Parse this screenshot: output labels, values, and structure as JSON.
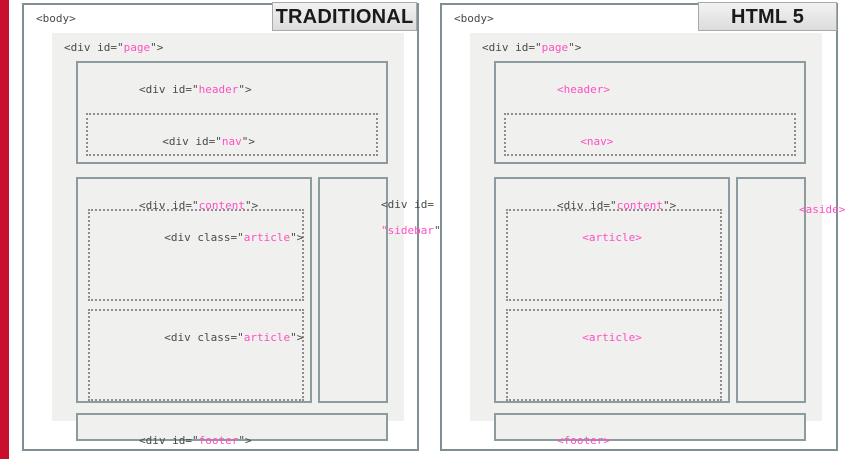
{
  "meta": {
    "accent_bar_color": "#c8102e",
    "panel_border_color": "#7f9094",
    "page_region_color": "#f0f0ee",
    "tag_color": "#4a4a4a",
    "attribute_color": "#ff4fc4"
  },
  "panels": [
    {
      "id": "traditional",
      "badge_label": "TRADITIONAL",
      "body_tag": "<body>",
      "page_tag_pre": "<div id=",
      "page_tag_quote_open": "\"",
      "page_tag_value": "page",
      "page_tag_post": "\">",
      "boxes": {
        "header": {
          "pre": "<div id=\"",
          "value": "header",
          "post": "\">"
        },
        "nav": {
          "pre": "<div id=\"",
          "value": "nav",
          "post": "\">"
        },
        "content": {
          "pre": "<div id=\"",
          "value": "content",
          "post": "\">"
        },
        "article1": {
          "pre": "<div class=\"",
          "value": "article",
          "post": "\">"
        },
        "article2": {
          "pre": "<div class=\"",
          "value": "article",
          "post": "\">"
        },
        "sidebar": {
          "pre": "<div id=",
          "value": "\"sidebar",
          "post": "\">",
          "wrapped": true
        },
        "footer": {
          "pre": "<div id=\"",
          "value": "footer",
          "post": "\">"
        }
      }
    },
    {
      "id": "html5",
      "badge_label": "HTML 5",
      "body_tag": "<body>",
      "page_tag_pre": "<div id=",
      "page_tag_quote_open": "\"",
      "page_tag_value": "page",
      "page_tag_post": "\">",
      "boxes": {
        "header": {
          "semantic": "<header>"
        },
        "nav": {
          "semantic": "<nav>"
        },
        "content": {
          "pre": "<div id=\"",
          "value": "content",
          "post": "\">"
        },
        "article1": {
          "semantic": "<article>"
        },
        "article2": {
          "semantic": "<article>"
        },
        "sidebar": {
          "semantic": "<aside>"
        },
        "footer": {
          "semantic": "<footer>"
        }
      }
    }
  ],
  "traditional": {
    "badge": "TRADITIONAL",
    "body": "<body>",
    "page_pre": "<div id=",
    "page_val": "page",
    "page_post": "\">",
    "header_pre": "<div id=\"",
    "header_val": "header",
    "header_post": "\">",
    "nav_pre": "<div id=\"",
    "nav_val": "nav",
    "nav_post": "\">",
    "content_pre": "<div id=\"",
    "content_val": "content",
    "content_post": "\">",
    "article1_pre": "<div class=\"",
    "article1_val": "article",
    "article1_post": "\">",
    "article2_pre": "<div class=\"",
    "article2_val": "article",
    "article2_post": "\">",
    "sidebar_pre": "<div id=",
    "sidebar_val": "\"sidebar",
    "sidebar_post": "\">",
    "footer_pre": "<div id=\"",
    "footer_val": "footer",
    "footer_post": "\">"
  },
  "html5": {
    "badge": "HTML 5",
    "body": "<body>",
    "page_pre": "<div id=",
    "page_val": "page",
    "page_post": "\">",
    "header": "<header>",
    "nav": "<nav>",
    "content_pre": "<div id=\"",
    "content_val": "content",
    "content_post": "\">",
    "article1": "<article>",
    "article2": "<article>",
    "aside": "<aside>",
    "footer": "<footer>"
  }
}
